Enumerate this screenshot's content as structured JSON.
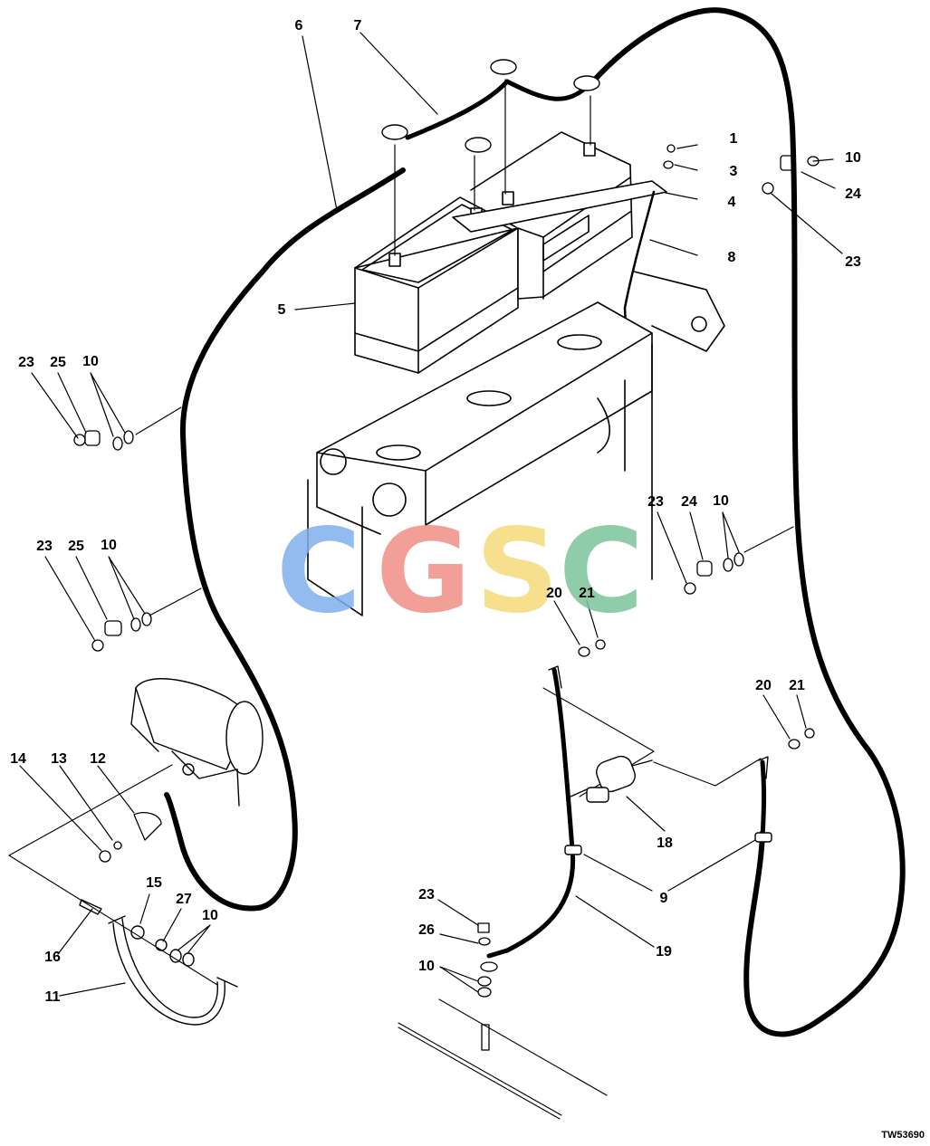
{
  "figure_id": "TW53690",
  "watermark": {
    "letters": [
      {
        "text": "C",
        "color": "#7fb0ee"
      },
      {
        "text": "G",
        "color": "#ef8f86"
      },
      {
        "text": "S",
        "color": "#f5db7a"
      },
      {
        "text": "C",
        "color": "#7cc49b"
      }
    ]
  },
  "callouts": [
    "1",
    "3",
    "4",
    "5",
    "6",
    "7",
    "8",
    "10",
    "24",
    "23",
    "23",
    "25",
    "10",
    "23",
    "25",
    "10",
    "23",
    "24",
    "10",
    "20",
    "21",
    "20",
    "21",
    "14",
    "13",
    "12",
    "18",
    "15",
    "27",
    "10",
    "16",
    "11",
    "9",
    "19",
    "23",
    "26",
    "10"
  ],
  "colors": {
    "line": "#000000",
    "paper": "#ffffff"
  }
}
